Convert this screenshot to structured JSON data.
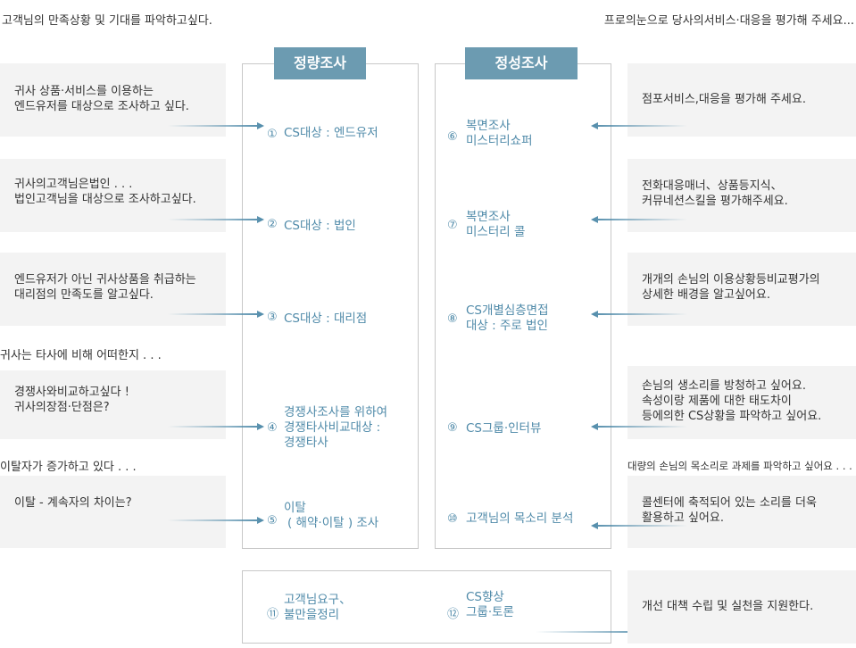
{
  "headers": {
    "left": "고객님의 만족상황 및 기대를 파악하고싶다.",
    "right": "프로의눈으로 당사의서비스·대응을 평가해 주세요..."
  },
  "panels": {
    "quant_title": "정량조사",
    "qual_title": "정성조사"
  },
  "left_questions": [
    {
      "line1": "귀사 상품·서비스를 이용하는",
      "line2": "엔드유저를 대상으로 조사하고 싶다."
    },
    {
      "line1": "귀사의고객님은법인 . . .",
      "line2": "법인고객님을 대상으로 조사하고싶다."
    },
    {
      "line1": "엔드유저가 아닌 귀사상품을 취급하는",
      "line2": "대리점의 만족도를 알고싶다."
    },
    {
      "line1": "경쟁사와비교하고싶다 !",
      "line2": "귀사의장점·단점은?"
    },
    {
      "line1": "이탈 - 계속자의 차이는?",
      "line2": ""
    }
  ],
  "left_separators": [
    "귀사는 타사에 비해 어떠한지 . . .",
    "이탈자가 증가하고 있다 . . ."
  ],
  "quant_items": [
    {
      "num": "①",
      "line1": "CS대상 : 엔드유저",
      "line2": "",
      "line3": ""
    },
    {
      "num": "②",
      "line1": "CS대상 : 법인",
      "line2": "",
      "line3": ""
    },
    {
      "num": "③",
      "line1": "CS대상 : 대리점",
      "line2": "",
      "line3": ""
    },
    {
      "num": "④",
      "line1": "경쟁사조사를 위하여",
      "line2": "경쟁타사비교대상 :",
      "line3": "경쟁타사"
    },
    {
      "num": "⑤",
      "line1": "이탈",
      "line2": "( 해약·이탈 ) 조사",
      "line3": ""
    }
  ],
  "qual_items": [
    {
      "num": "⑥",
      "line1": "복면조사",
      "line2": "미스터리쇼퍼"
    },
    {
      "num": "⑦",
      "line1": "복면조사",
      "line2": "미스터리 콜"
    },
    {
      "num": "⑧",
      "line1": "CS개별심층면접",
      "line2": "대상 : 주로 법인"
    },
    {
      "num": "⑨",
      "line1": "CS그룹·인터뷰",
      "line2": ""
    },
    {
      "num": "⑩",
      "line1": "고객님의 목소리 분석",
      "line2": ""
    }
  ],
  "right_requests": [
    {
      "line1": "점포서비스,대응을 평가해 주세요.",
      "line2": "",
      "line3": ""
    },
    {
      "line1": "전화대응매너、상품등지식、",
      "line2": "커뮤네션스킬을 평가해주세요.",
      "line3": ""
    },
    {
      "line1": "개개의 손님의 이용상황등비교평가의",
      "line2": "상세한 배경을 알고싶어요.",
      "line3": ""
    },
    {
      "line1": "손님의 생소리를 방청하고 싶어요.",
      "line2": "속성이랑 제품에 대한 태도차이",
      "line3": "등에의한 CS상황을 파악하고 싶어요."
    },
    {
      "line1": "콜센터에 축적되어 있는 소리를 더욱",
      "line2": "활용하고 싶어요.",
      "line3": ""
    }
  ],
  "right_separator": "대량의 손님의 목소리로 과제를 파악하고 싶어요 . . .",
  "bottom_items": [
    {
      "num": "⑪",
      "line1": "고객님요구、",
      "line2": "불만을정리"
    },
    {
      "num": "⑫",
      "line1": "CS향상",
      "line2": "그룹·토론"
    }
  ],
  "bottom_result": "개선 대책 수립 및 실천을 지원한다.",
  "colors": {
    "accent": "#4f8aa9",
    "title_bg": "#6c9bb1",
    "box_bg": "#f3f3f3",
    "border": "#c8c8c8"
  }
}
